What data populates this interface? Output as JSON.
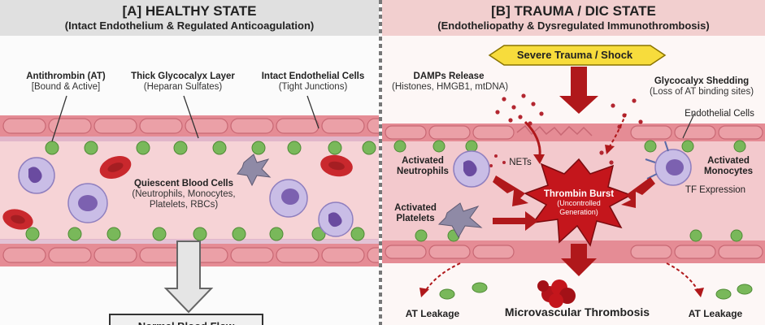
{
  "panel_a": {
    "title": "[A] HEALTHY STATE",
    "subtitle": "(Intact Endothelium & Regulated Anticoagulation)",
    "labels": {
      "antithrombin_title": "Antithrombin (AT)",
      "antithrombin_sub": "[Bound & Active]",
      "glycocalyx_title": "Thick Glycocalyx Layer",
      "glycocalyx_sub": "(Heparan Sulfates)",
      "endothelial_title": "Intact Endothelial Cells",
      "endothelial_sub": "(Tight Junctions)",
      "blood_cells_title": "Quiescent Blood Cells",
      "blood_cells_line1": "(Neutrophils, Monocytes,",
      "blood_cells_line2": "Platelets, RBCs)",
      "outcome": "Normal Blood Flow"
    }
  },
  "panel_b": {
    "title": "[B] TRAUMA / DIC STATE",
    "subtitle": "(Endotheliopathy & Dysregulated Immunothrombosis)",
    "labels": {
      "trigger": "Severe Trauma / Shock",
      "damps_title": "DAMPs Release",
      "damps_sub": "(Histones, HMGB1, mtDNA)",
      "shedding_title": "Glycocalyx Shedding",
      "shedding_sub": "(Loss of AT binding sites)",
      "endothelial": "Endothelial Cells",
      "nets": "NETs",
      "neutrophils_1": "Activated",
      "neutrophils_2": "Neutrophils",
      "monocytes_1": "Activated",
      "monocytes_2": "Monocytes",
      "tf": "TF Expression",
      "platelets_1": "Activated",
      "platelets_2": "Platelets",
      "burst_title": "Thrombin Burst",
      "burst_sub1": "(Uncontrolled",
      "burst_sub2": "Generation)",
      "at_leakage_left": "AT Leakage",
      "thrombosis": "Microvascular Thrombosis",
      "at_leakage_right": "AT Leakage"
    }
  },
  "colors": {
    "vessel_lumen": "#f6d3d6",
    "endothelium": "#e58c95",
    "antithrombin": "#79b85a",
    "rbc": "#c9282d",
    "leukocyte": "#a99bd1",
    "thrombin_burst": "#c4161c",
    "arrow": "#b0181b",
    "trigger_fill": "#f7dc3c"
  }
}
